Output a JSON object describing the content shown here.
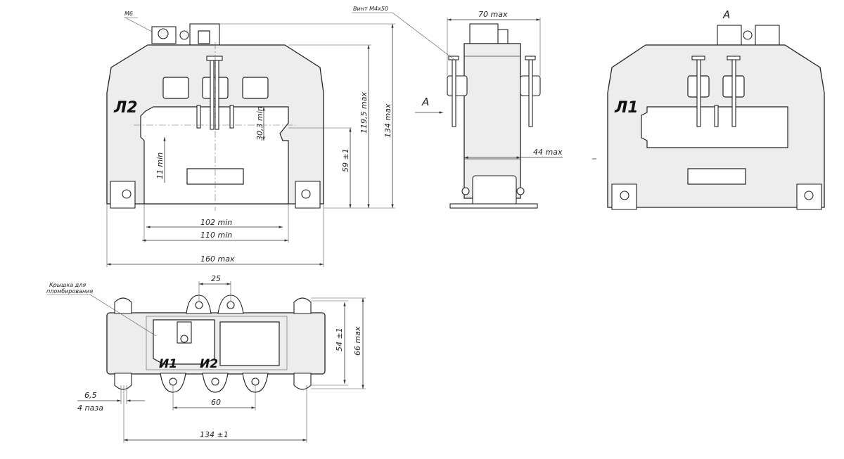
{
  "labels": {
    "front_terminal": "Л2",
    "back_terminal": "Л1",
    "winding_1": "И1",
    "winding_2": "И2",
    "view_a": "A",
    "view_a_arrow": "A",
    "screw": "Винт М4х50",
    "thread": "М6",
    "seal_cover_line1": "Крышка для",
    "seal_cover_line2": "пломбирования"
  },
  "dimensions": {
    "window_height_min": "30,3 min",
    "lower_gap_min": "11 min",
    "center_height": "59 ±1",
    "height_without_terminal": "119,5 max",
    "total_height": "134 max",
    "window_width_min": "102 min",
    "opening_width_min": "110 min",
    "total_width": "160 max",
    "depth": "70 max",
    "core_depth": "44 max",
    "bolt_spacing": "25",
    "mount_depth": "54 ±1",
    "total_depth": "66 max",
    "slot_width": "6,5",
    "slot_count": "4 паза",
    "screw_spacing": "60",
    "mount_spacing": "134 ±1"
  }
}
